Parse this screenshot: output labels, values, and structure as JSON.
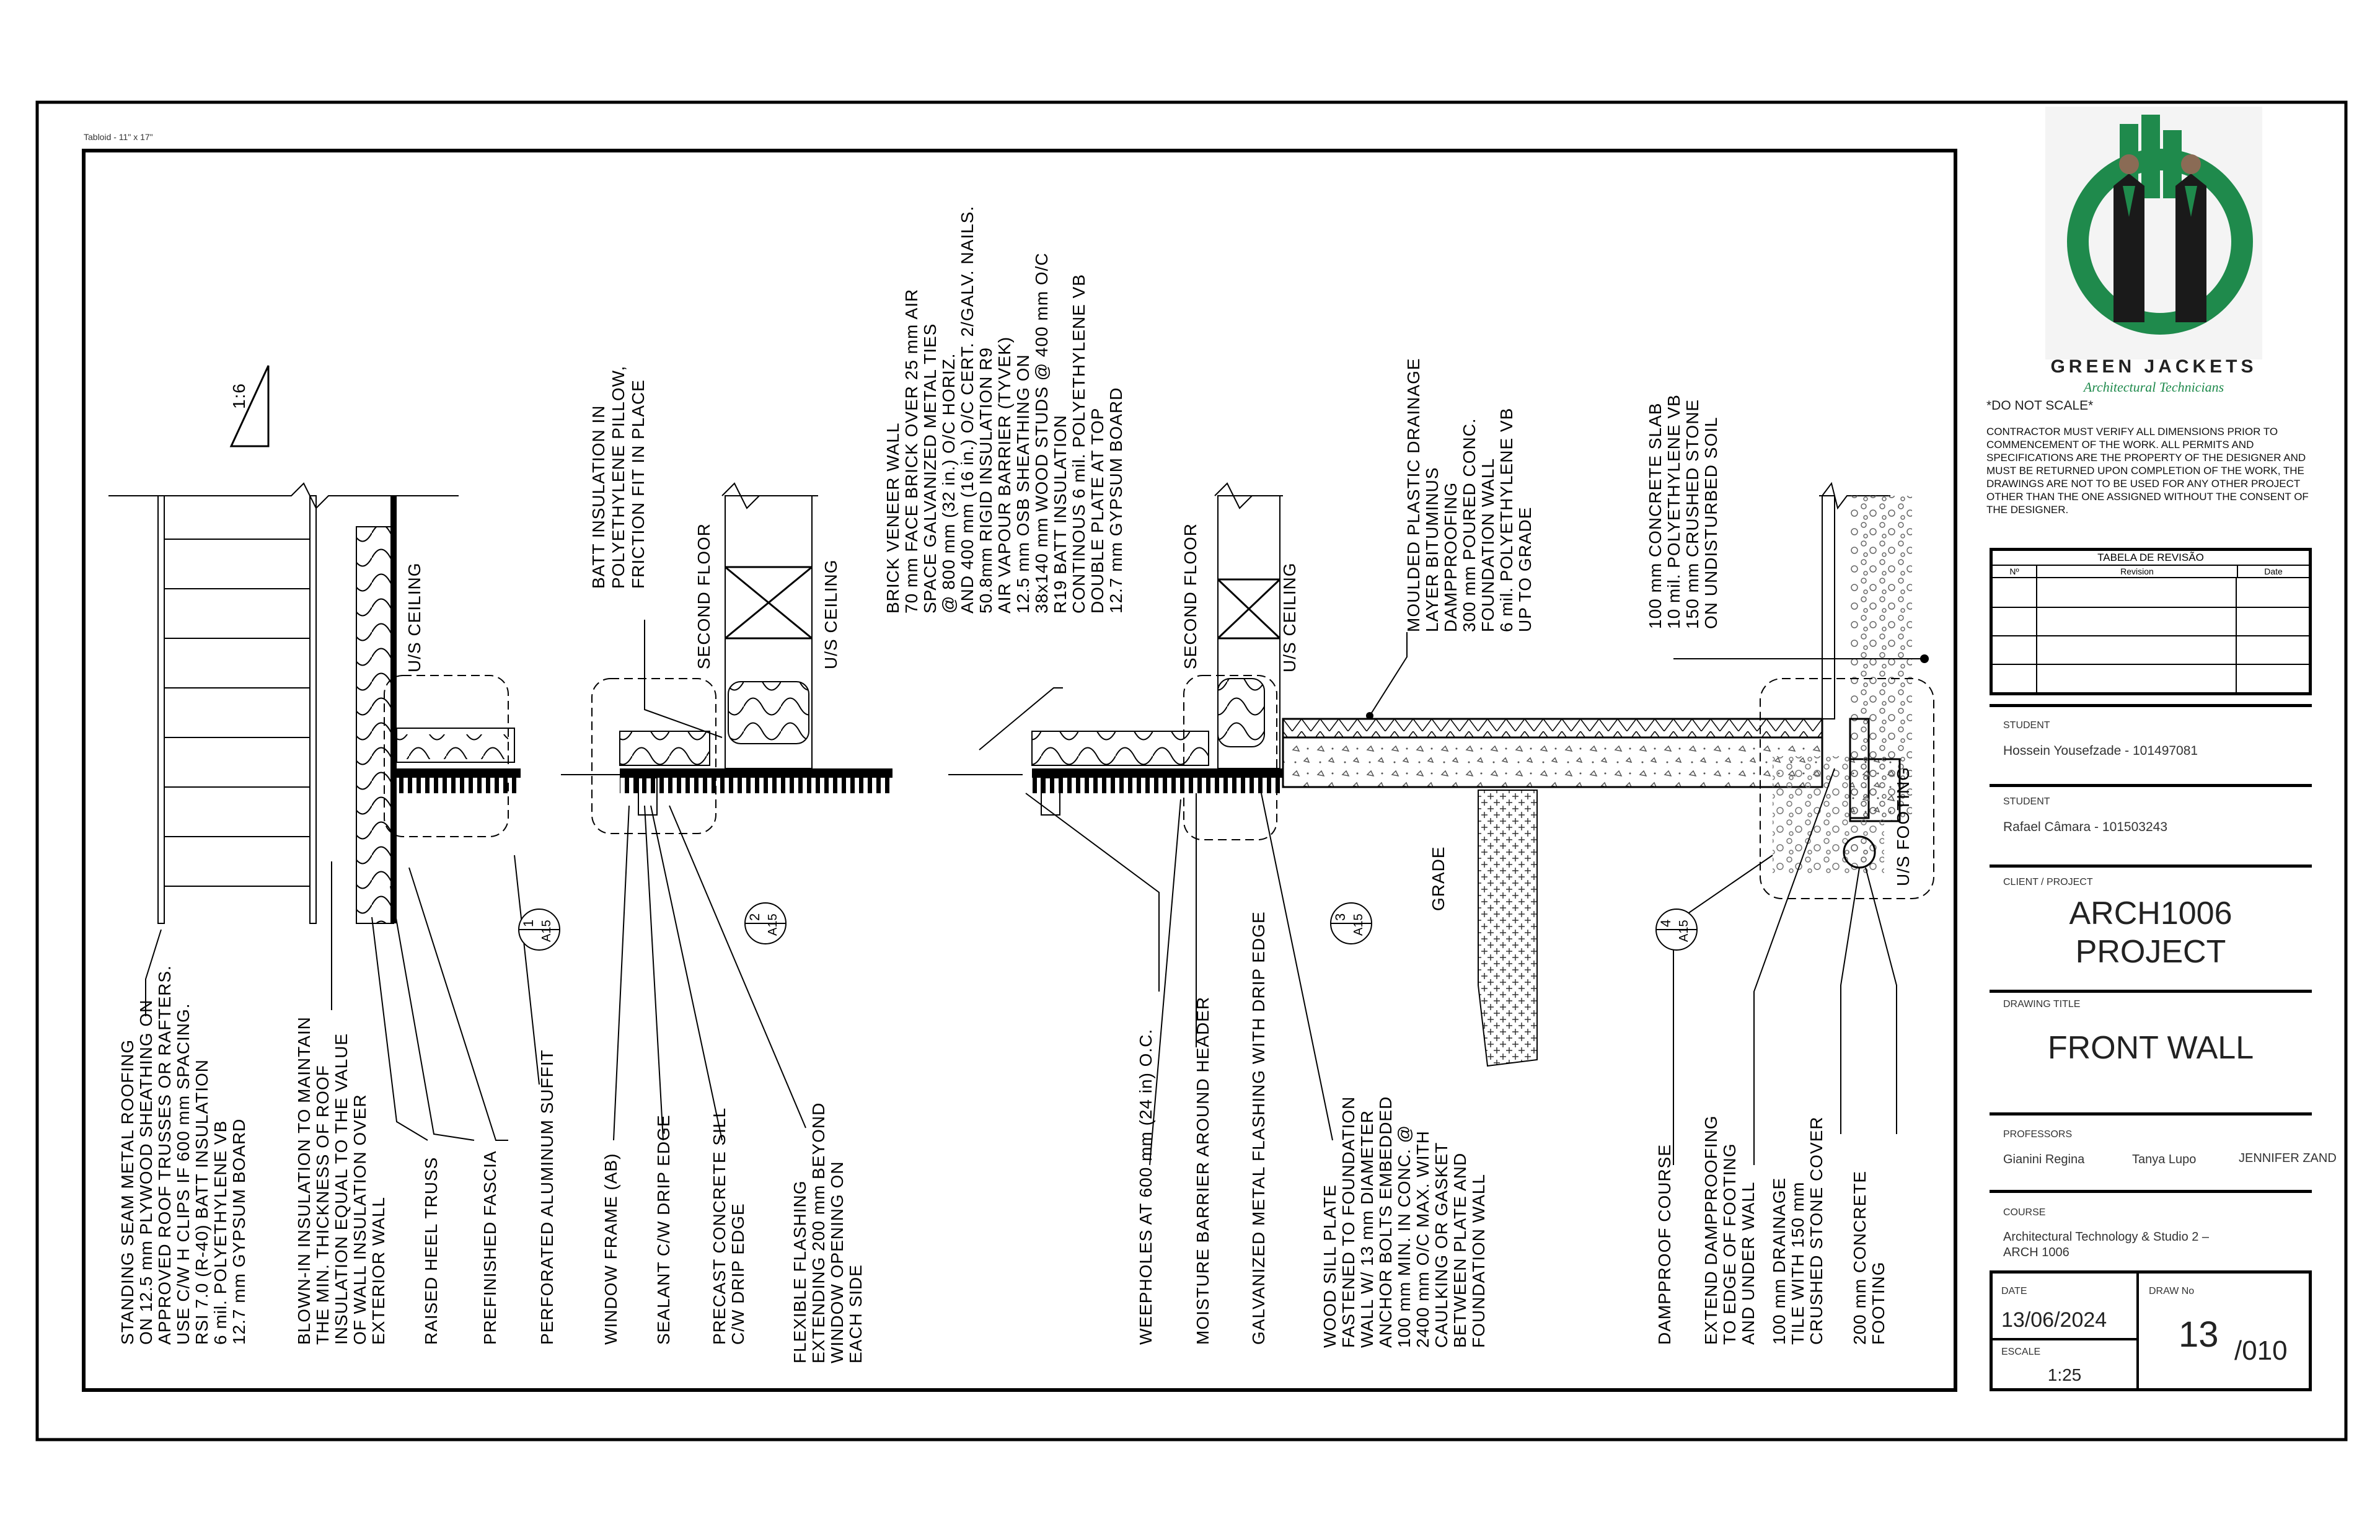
{
  "sheet": {
    "size_label": "Tabloid - 11\" x 17\""
  },
  "slope": {
    "label": "1:6"
  },
  "details": [
    {
      "num": "1",
      "ref": "A15"
    },
    {
      "num": "2",
      "ref": "A15"
    },
    {
      "num": "3",
      "ref": "A15"
    },
    {
      "num": "4",
      "ref": "A15"
    }
  ],
  "inline_labels": {
    "us_ceiling_1": "U/S CEILING",
    "second_floor_1": "SECOND FLOOR",
    "us_ceiling_2": "U/S CEILING",
    "second_floor_2": "SECOND FLOOR",
    "us_ceiling_3": "U/S CEILING",
    "grade": "GRADE",
    "us_footing": "U/S FOOTING"
  },
  "top_notes": {
    "batt": [
      "BATT INSULATION IN",
      "POLYETHYLENE PILLOW,",
      "FRICTION FIT IN PLACE"
    ],
    "brick": [
      "BRICK VENEER WALL",
      "70 mm FACE BRICK OVER 25 mm AIR",
      "SPACE GALVANIZED METAL TIES",
      "@ 800 mm (32 in.) O/C HORIZ.",
      "AND 400 mm (16 in.) O/C CERT. 2/GALV. NAILS.",
      "50.8mm RIGID INSULATION R9",
      "AIR VAPOUR BARRIER (TYVEK)",
      "12.5 mm OSB SHEATHING ON",
      "38x140 mm WOOD STUDS @ 400 mm O/C",
      "R19 BATT INSULATION",
      "CONTINOUS 6 mil. POLYETHYLENE VB",
      "DOUBLE PLATE AT TOP",
      "12.7 mm GYPSUM BOARD"
    ],
    "foundation": [
      "MOULDED PLASTIC DRAINAGE",
      "LAYER BITUMINUS",
      "DAMPPROOFING",
      "300 mm POURED CONC.",
      "FOUNDATION WALL",
      "6 mil. POLYETHYLENE VB",
      "UP TO GRADE"
    ],
    "slab": [
      "100 mm CONCRETE SLAB",
      "10 mil. POLYETHYLENE VB",
      "150 mm CRUSHED STONE",
      "ON UNDISTURBED SOIL"
    ]
  },
  "bottom_notes": {
    "roof": [
      "STANDING SEAM METAL ROOFING",
      "ON 12.5 mm PLYWOOD SHEATHING ON",
      "APPROVED ROOF TRUSSES OR RAFTERS.",
      "USE C/W H CLIPS IF 600 mm SPACING.",
      "RSI 7.0 (R-40) BATT INSULATION",
      "6 mil. POLYETHYLENE VB",
      "12.7 mm GYPSUM BOARD"
    ],
    "blown": [
      "BLOWN-IN INSULATION TO MAINTAIN",
      "THE MIN. THICKNESS OF ROOF",
      "INSULATION EQUAL TO THE VALUE",
      "OF WALL INSULATION OVER",
      "EXTERIOR WALL"
    ],
    "heel": [
      "RAISED HEEL TRUSS"
    ],
    "fascia": [
      "PREFINISHED FASCIA"
    ],
    "soffit": [
      "PERFORATED ALUMINUM SUFFIT"
    ],
    "window": [
      "WINDOW FRAME (AB)"
    ],
    "sealant": [
      "SEALANT C/W DRIP EDGE"
    ],
    "sill": [
      "PRECAST CONCRETE SILL",
      "C/W DRIP EDGE"
    ],
    "flashing": [
      "FLEXIBLE FLASHING",
      "EXTENDING 200 mm BEYOND",
      "WINDOW OPENING ON",
      "EACH SIDE"
    ],
    "weep": [
      "WEEPHOLES AT 600 mm (24 in) O.C."
    ],
    "moisture": [
      "MOISTURE BARRIER AROUND HEADER"
    ],
    "galv": [
      "GALVANIZED METAL FLASHING WITH DRIP EDGE"
    ],
    "sillplate": [
      "WOOD SILL PLATE",
      "FASTENED TO FOUNDATION",
      "WALL W/ 13 mm DIAMETER",
      "ANCHOR BOLTS EMBEDDED",
      "100 mm MIN. IN CONC. @",
      "2400 mm O/C MAX. WITH",
      "CAULKING OR GASKET",
      "BETWEEN PLATE AND",
      "FOUNDATION WALL"
    ],
    "damp": [
      "DAMPPROOF COURSE"
    ],
    "extend": [
      "EXTEND DAMPPROOFING",
      "TO EDGE OF FOOTING",
      "AND UNDER WALL"
    ],
    "drain": [
      "100 mm DRAINAGE",
      "TILE WITH 150 mm",
      "CRUSHED STONE COVER"
    ],
    "footing": [
      "200 mm CONCRETE",
      "FOOTING"
    ]
  },
  "title_block": {
    "brand_name": "GREEN JACKETS",
    "brand_sub": "Architectural Technicians",
    "do_not_scale": "*DO NOT SCALE*",
    "disclaimer": "CONTRACTOR MUST VERIFY ALL DIMENSIONS PRIOR TO COMMENCEMENT OF THE WORK. ALL PERMITS AND SPECIFICATIONS ARE THE PROPERTY OF THE DESIGNER AND MUST BE RETURNED UPON COMPLETION OF THE WORK, THE DRAWINGS ARE NOT TO BE USED FOR ANY OTHER PROJECT OTHER THAN THE ONE ASSIGNED WITHOUT THE CONSENT OF THE DESIGNER.",
    "revision_title": "TABELA DE REVISÃO",
    "revision_cols": [
      "Nº",
      "Revision",
      "Date"
    ],
    "student_label": "STUDENT",
    "student1": "Hossein Yousefzade - 101497081",
    "student2": "Rafael Câmara - 101503243",
    "client_label": "CLIENT / PROJECT",
    "client_line1": "ARCH1006",
    "client_line2": "PROJECT",
    "drawing_title_label": "DRAWING TITLE",
    "drawing_title": "FRONT WALL",
    "professors_label": "PROFESSORS",
    "prof1": "Gianini Regina",
    "prof2": "Tanya Lupo",
    "prof3": "JENNIFER ZAND",
    "course_label": "COURSE",
    "course_line1": "Architectural Technology & Studio 2 –",
    "course_line2": "ARCH 1006",
    "date_label": "DATE",
    "date": "13/06/2024",
    "escale_label": "ESCALE",
    "escale": "1:25",
    "draw_no_label": "DRAW No",
    "draw_no": "13",
    "draw_total": "/010"
  },
  "colors": {
    "brand_green": "#1f8a4c",
    "brand_dark": "#1a1a1a",
    "line": "#000000"
  }
}
